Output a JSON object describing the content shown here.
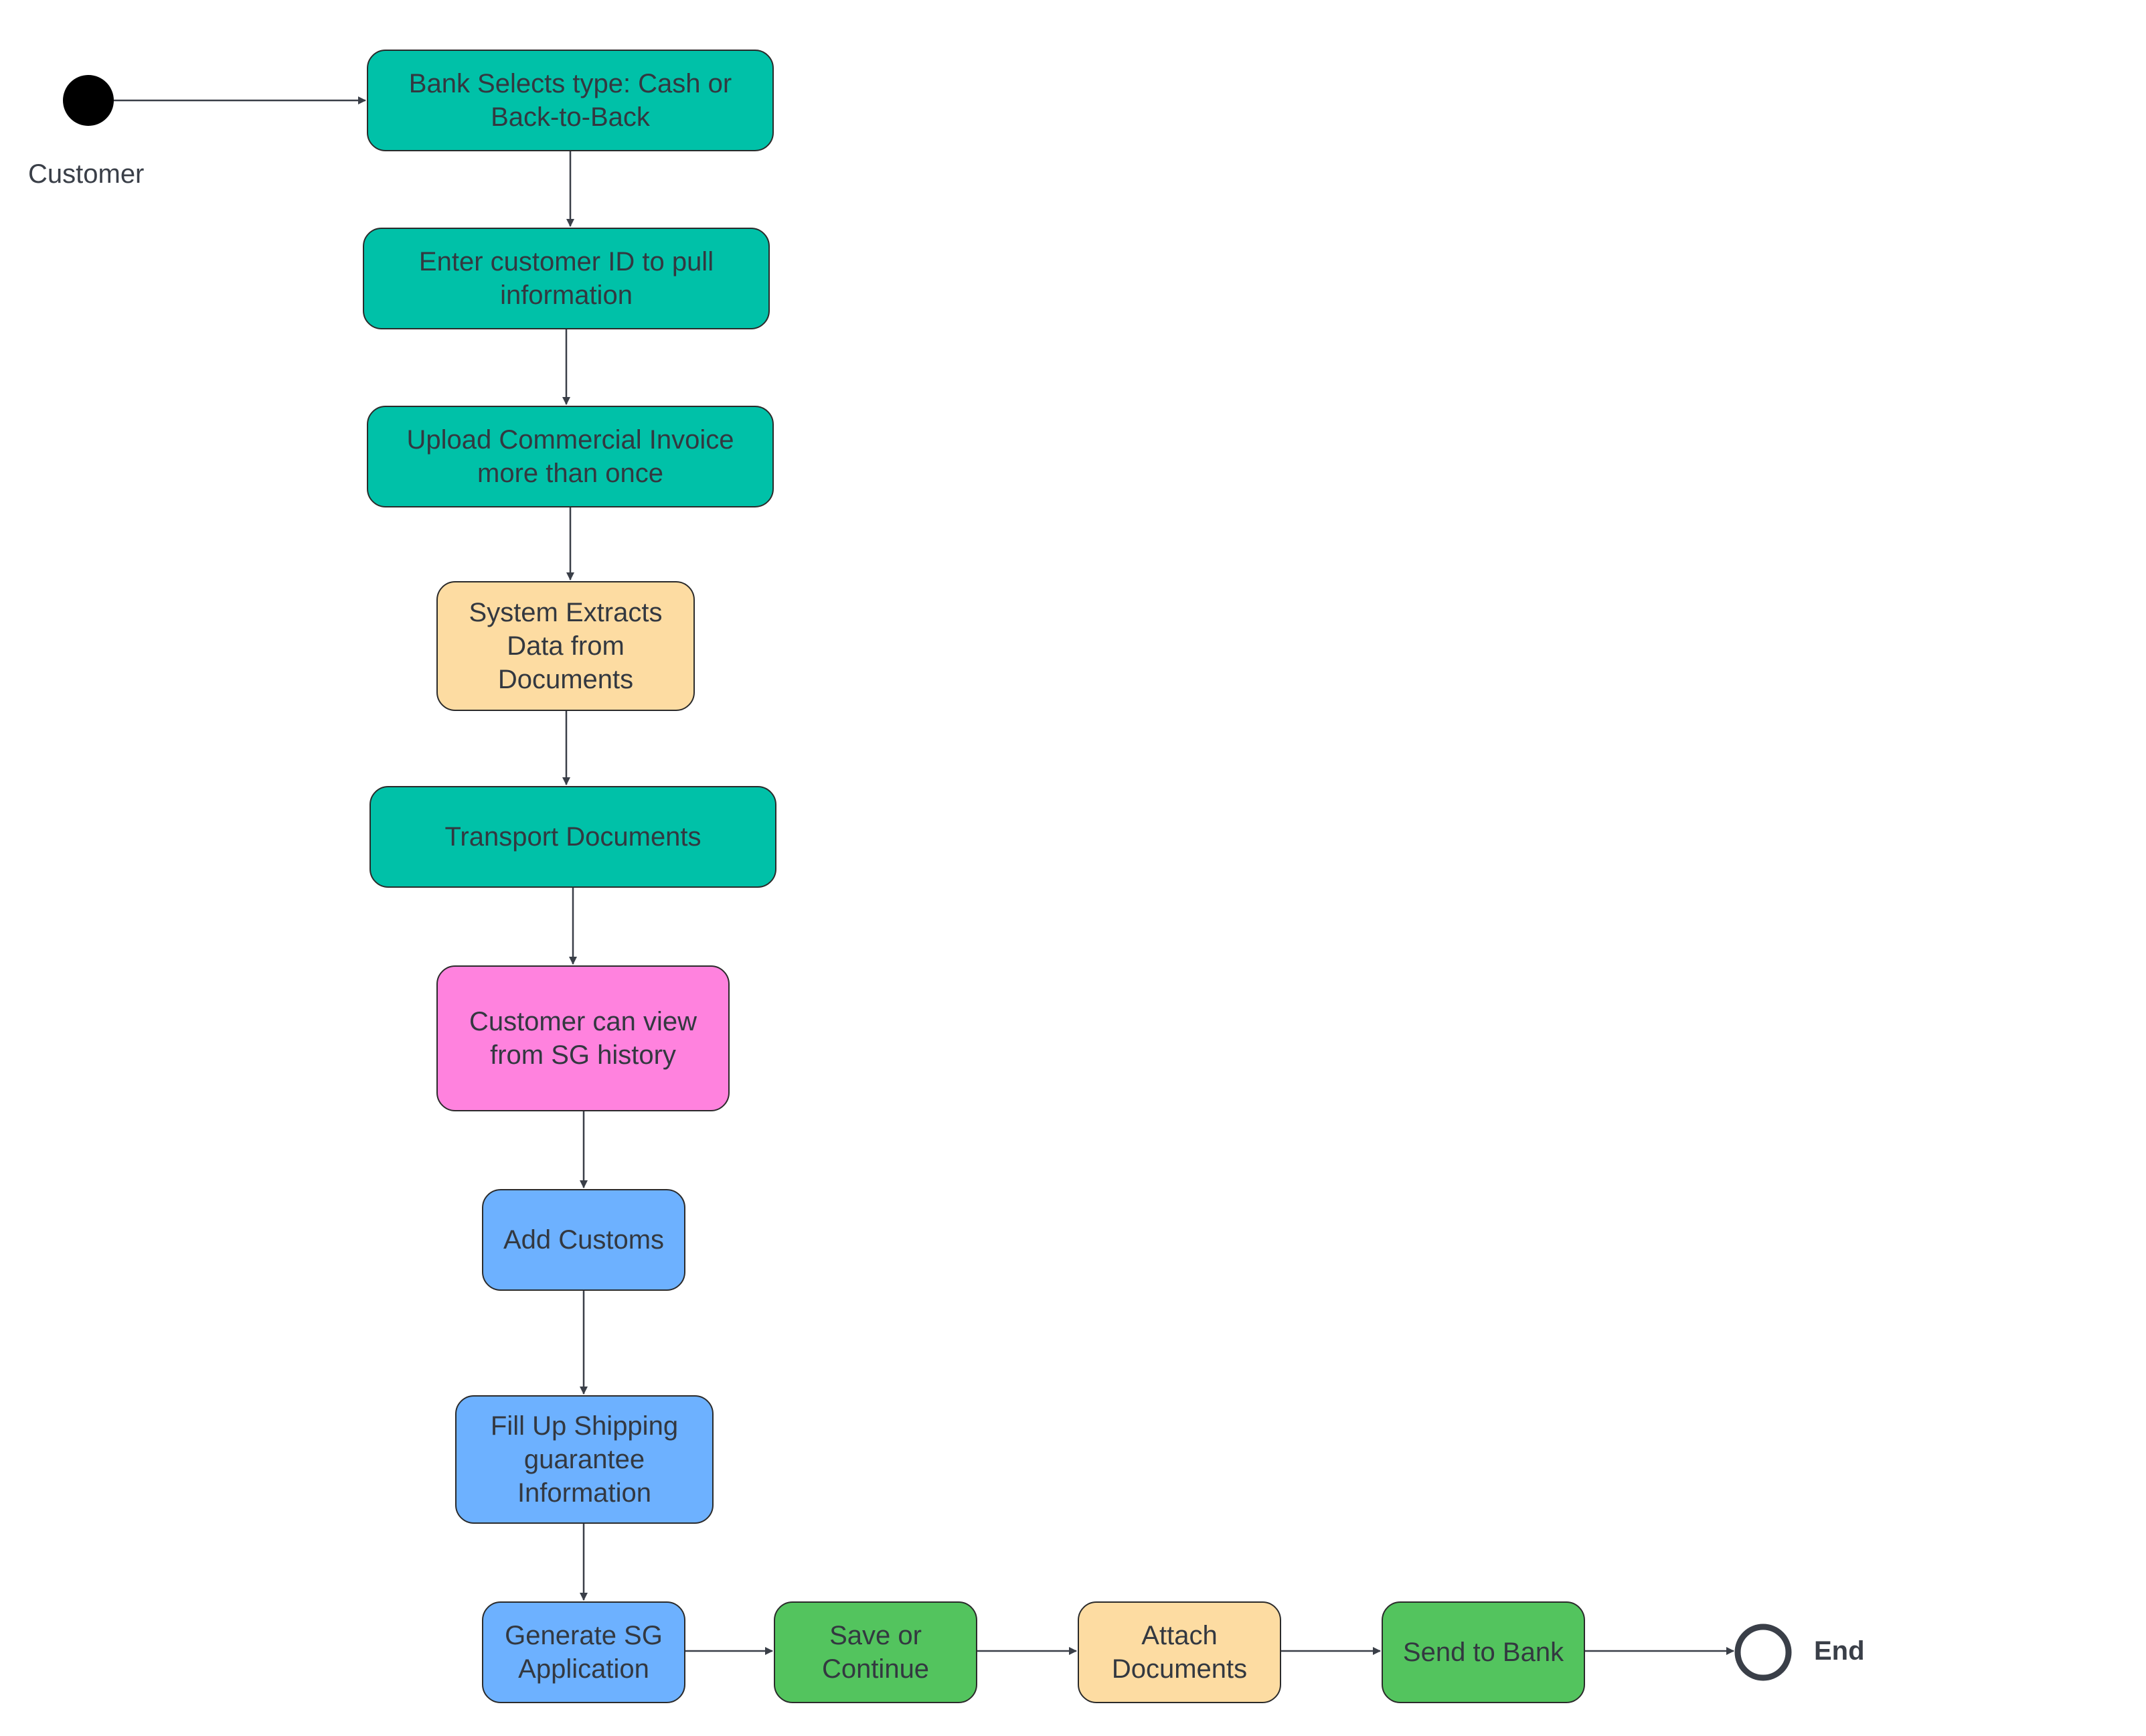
{
  "start": {
    "label": "Customer"
  },
  "end": {
    "label": "End"
  },
  "nodes": [
    {
      "id": "n1",
      "text": "Bank Selects type: Cash or\nBack-to-Back",
      "color": "#00c1a8"
    },
    {
      "id": "n2",
      "text": "Enter customer ID to pull\ninformation",
      "color": "#00c1a8"
    },
    {
      "id": "n3",
      "text": "Upload Commercial Invoice\nmore than once",
      "color": "#00c1a8"
    },
    {
      "id": "n4",
      "text": "System Extracts\nData from\nDocuments",
      "color": "#fddca2"
    },
    {
      "id": "n5",
      "text": "Transport Documents",
      "color": "#00c1a8"
    },
    {
      "id": "n6",
      "text": "Customer can view\nfrom SG history",
      "color": "#ff82de"
    },
    {
      "id": "n7",
      "text": "Add Customs",
      "color": "#6db1ff"
    },
    {
      "id": "n8",
      "text": "Fill Up Shipping\nguarantee\nInformation",
      "color": "#6db1ff"
    },
    {
      "id": "n9",
      "text": "Generate SG\nApplication",
      "color": "#6db1ff"
    },
    {
      "id": "n10",
      "text": "Save or\nContinue",
      "color": "#53c45e"
    },
    {
      "id": "n11",
      "text": "Attach\nDocuments",
      "color": "#fddca2"
    },
    {
      "id": "n12",
      "text": "Send to Bank",
      "color": "#53c45e"
    }
  ],
  "edges": [
    [
      "start",
      "n1"
    ],
    [
      "n1",
      "n2"
    ],
    [
      "n2",
      "n3"
    ],
    [
      "n3",
      "n4"
    ],
    [
      "n4",
      "n5"
    ],
    [
      "n5",
      "n6"
    ],
    [
      "n6",
      "n7"
    ],
    [
      "n7",
      "n8"
    ],
    [
      "n8",
      "n9"
    ],
    [
      "n9",
      "n10"
    ],
    [
      "n10",
      "n11"
    ],
    [
      "n11",
      "n12"
    ],
    [
      "n12",
      "end"
    ]
  ]
}
